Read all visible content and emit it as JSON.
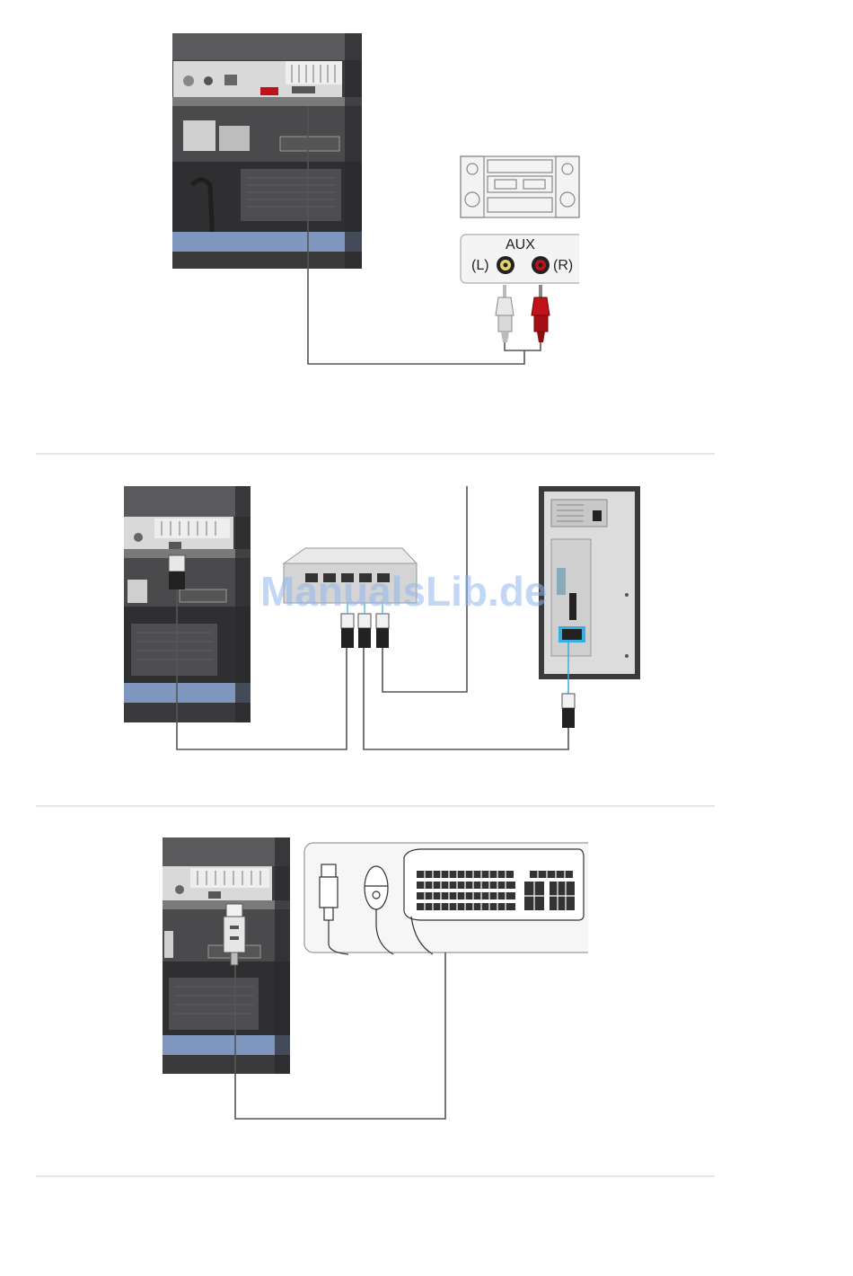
{
  "watermark": "ManualsLib.de",
  "panels": [
    {
      "id": "audio",
      "aux": {
        "title": "AUX",
        "left": "(L)",
        "right": "(R)"
      }
    },
    {
      "id": "network"
    },
    {
      "id": "usb"
    }
  ],
  "colors": {
    "panel_dark": "#3a3a3c",
    "panel_mid": "#5a5a5c",
    "panel_light": "#d8d8d8",
    "panel_blue": "#7f97bf",
    "cable": "#555555",
    "separator": "#cccccc",
    "lan_cable": "#35aee0",
    "rca_red": "#c0121a",
    "rca_white": "#e8e8e8"
  },
  "icons": [
    "tv-rear-panel",
    "stereo-system",
    "rca-plug",
    "network-hub",
    "rj45-plug",
    "pc-tower",
    "usb-plug",
    "mouse-icon",
    "keyboard-icon"
  ]
}
